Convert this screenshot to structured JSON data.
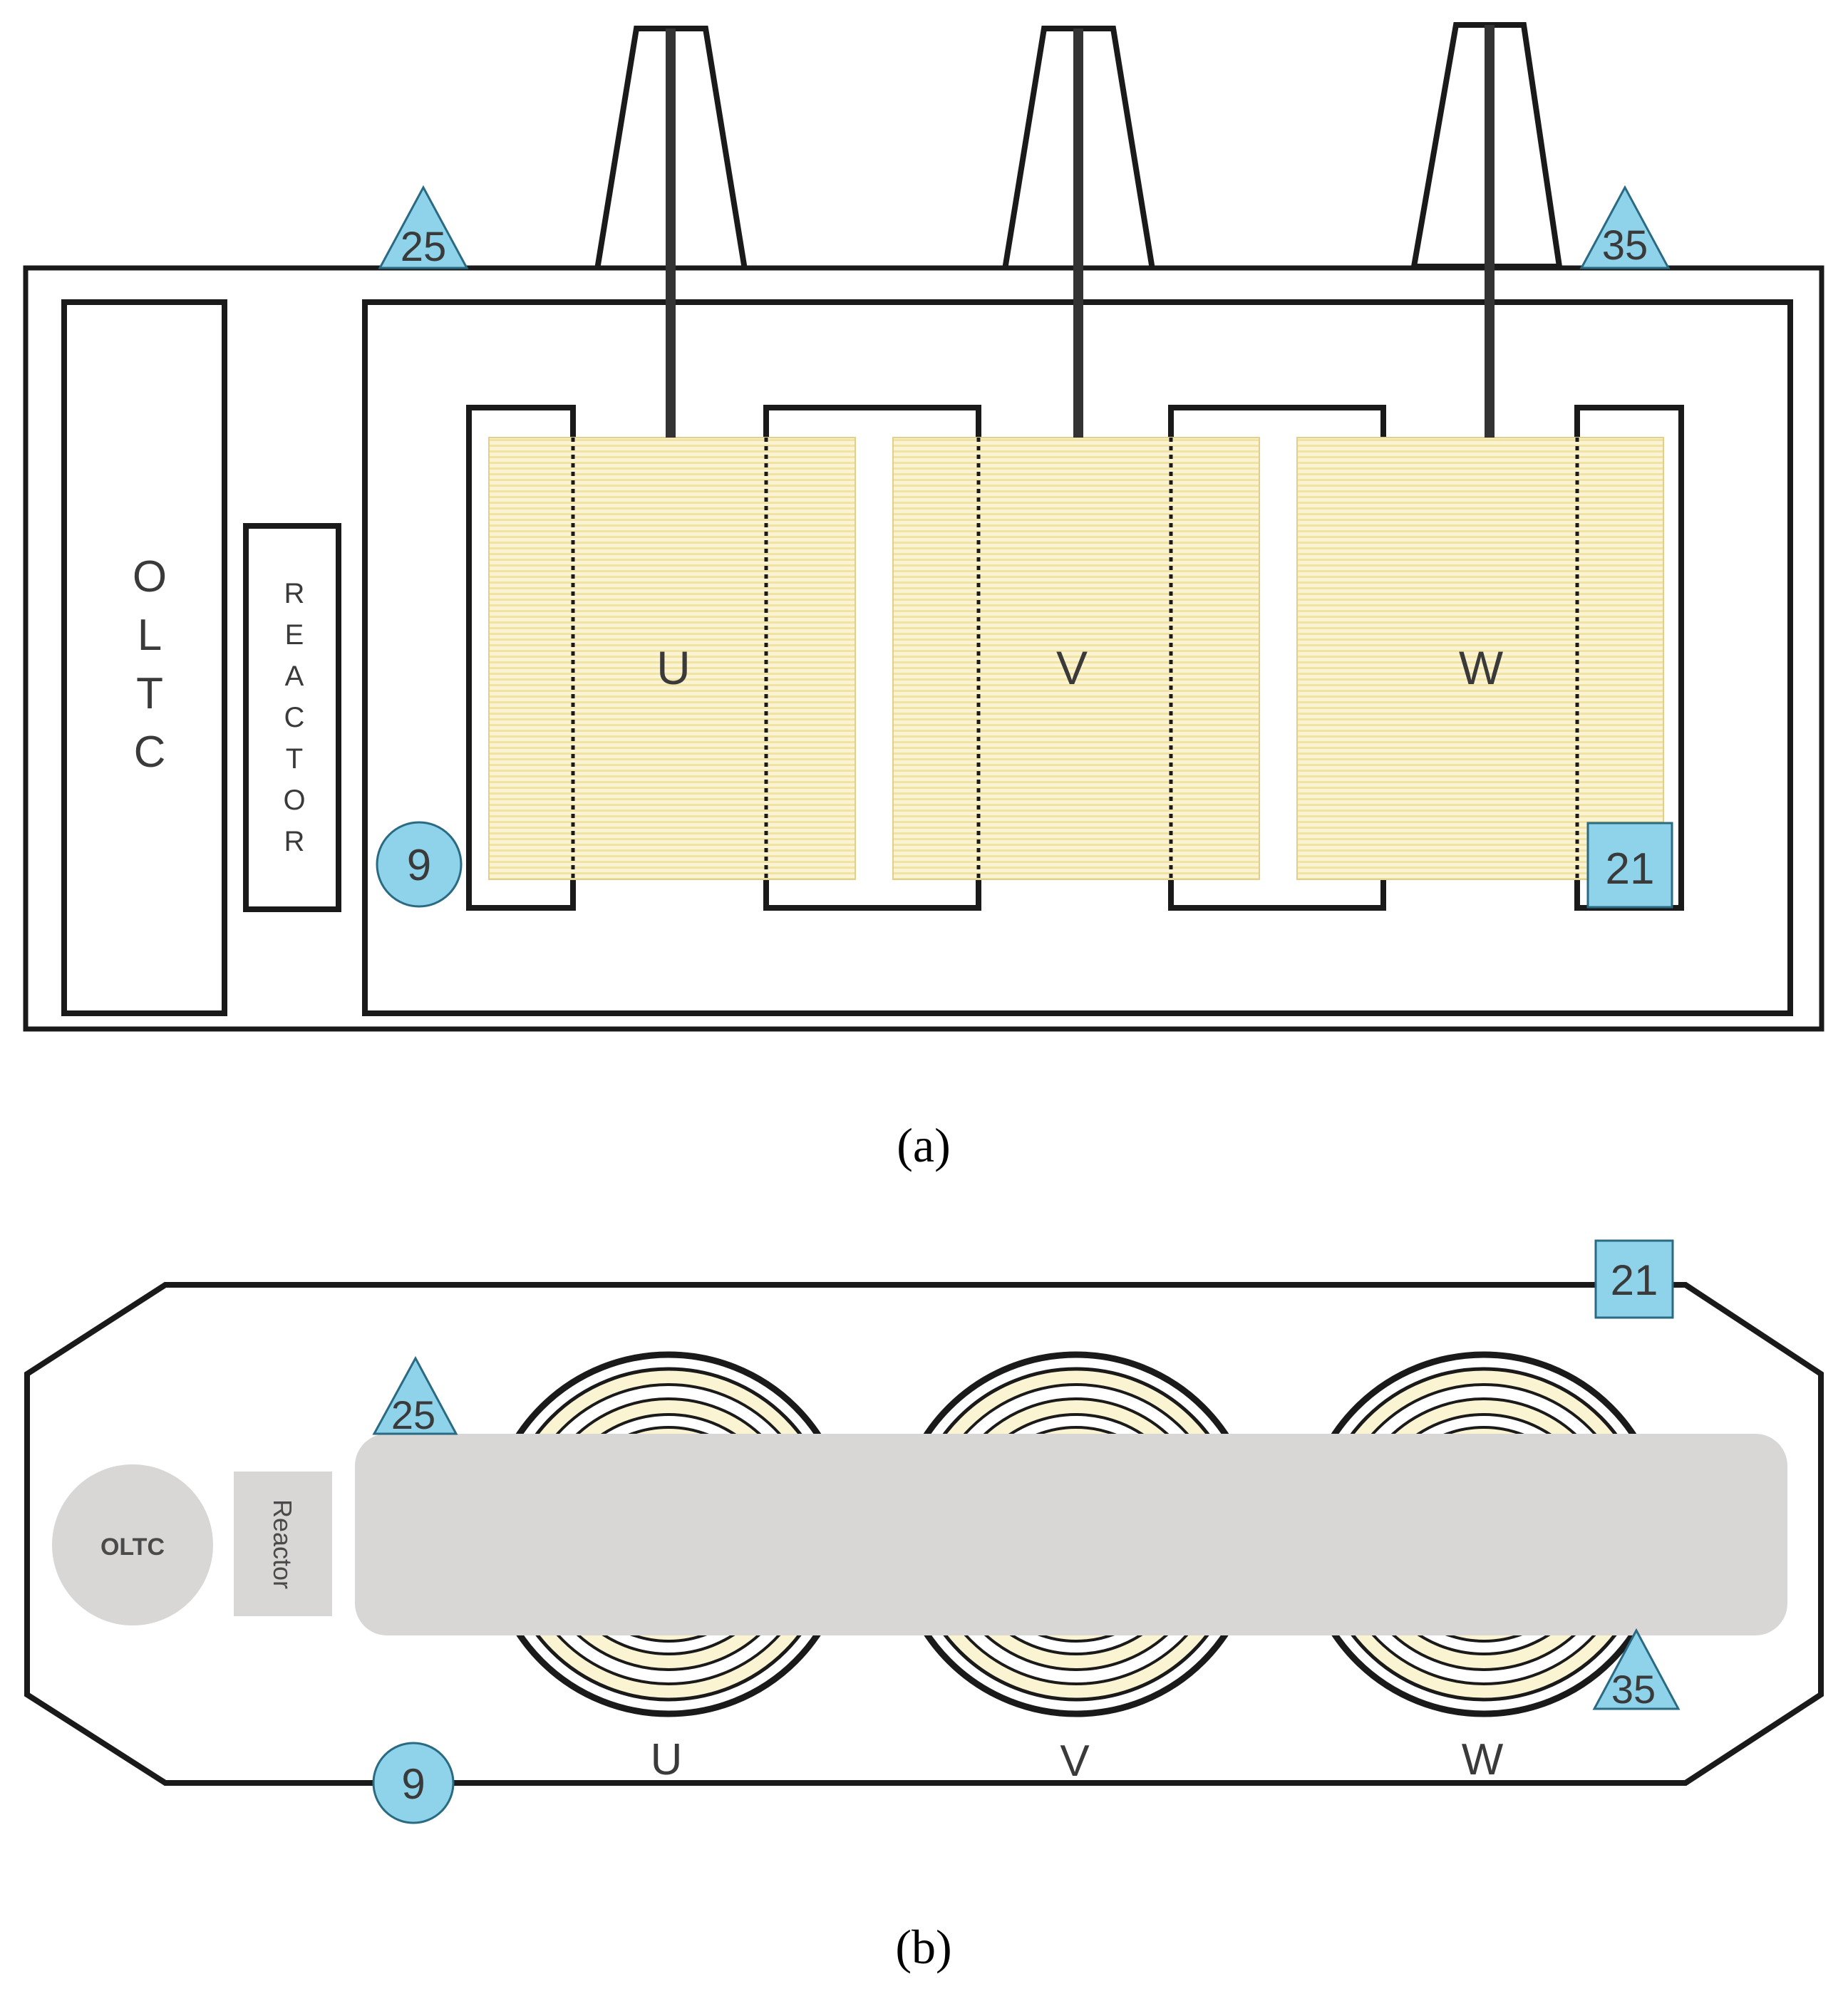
{
  "colors": {
    "outline": "#1a1a1a",
    "winding_fill": "#fbf4d2",
    "winding_stripe": "#f1e2a6",
    "sensor_fill": "#8fd3ea",
    "sensor_stroke": "#2a6a82",
    "block_grey": "#d9d6d6"
  },
  "panel_a": {
    "caption": "(a)",
    "oltc_letters": [
      "O",
      "L",
      "T",
      "C"
    ],
    "reactor_letters": [
      "R",
      "E",
      "A",
      "C",
      "T",
      "O",
      "R"
    ],
    "phases": [
      "U",
      "V",
      "W"
    ],
    "sensors": {
      "triangle_left": "25",
      "triangle_right": "35",
      "circle": "9",
      "square": "21"
    }
  },
  "panel_b": {
    "caption": "(b)",
    "oltc_label": "OLTC",
    "reactor_label": "Reactor",
    "phases": [
      "U",
      "V",
      "W"
    ],
    "sensors": {
      "square": "21",
      "triangle_left": "25",
      "triangle_right": "35",
      "circle": "9"
    }
  }
}
